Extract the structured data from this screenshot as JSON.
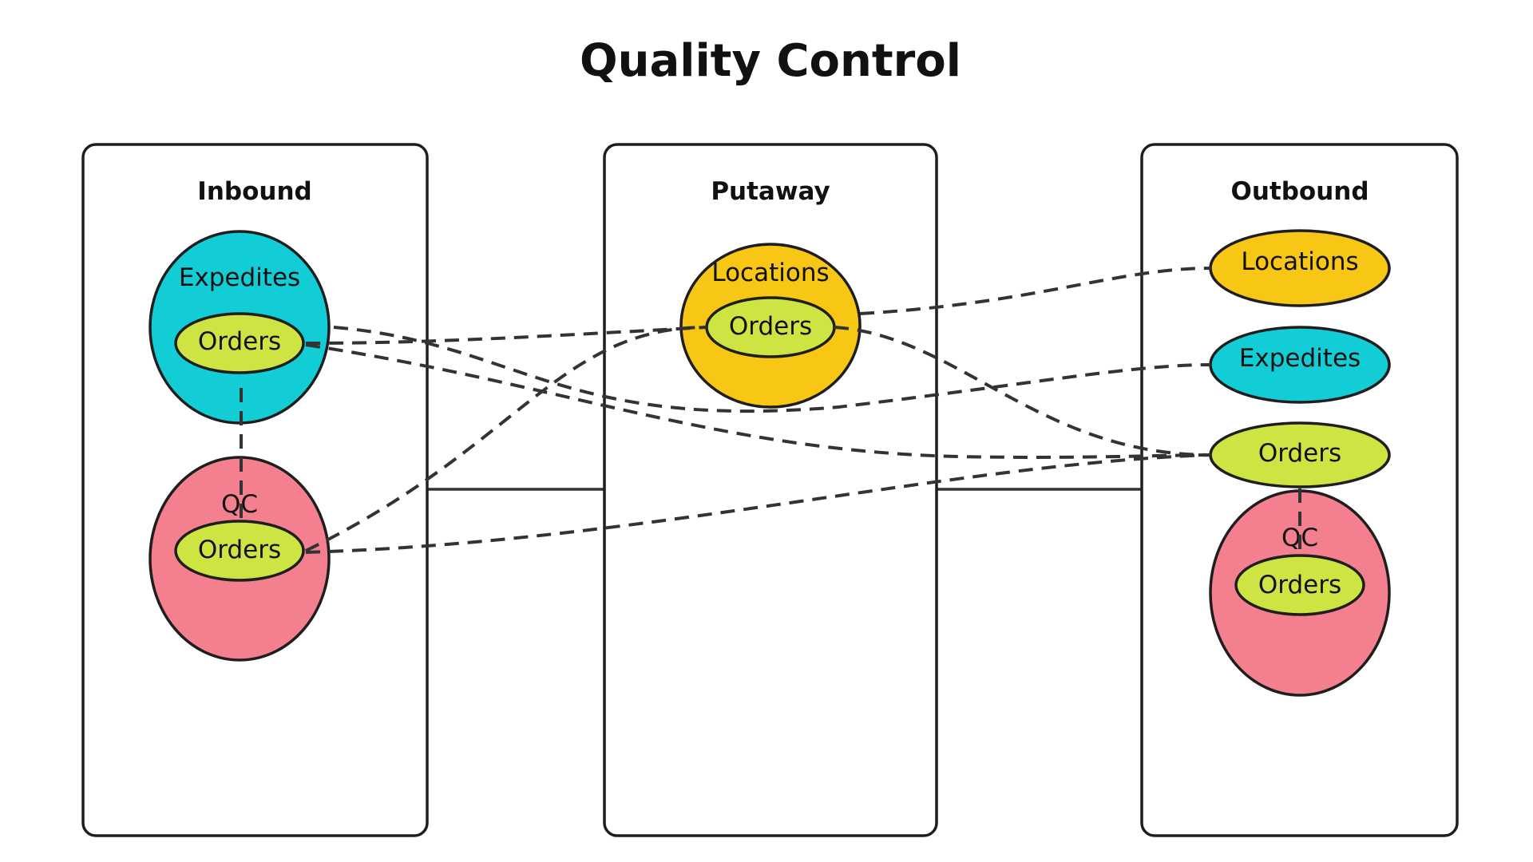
{
  "title": "Quality Control",
  "colors": {
    "cyan": "#13cdd6",
    "pink": "#f4808f",
    "yellow": "#f8c614",
    "lime": "#cde443",
    "stroke": "#1e1e1e",
    "connector": "#333333"
  },
  "lanes": {
    "inbound": {
      "title": "Inbound",
      "expedites": {
        "label": "Expedites",
        "orders": "Orders"
      },
      "qc": {
        "label": "QC",
        "orders": "Orders"
      }
    },
    "putaway": {
      "title": "Putaway",
      "locations": {
        "label": "Locations",
        "orders": "Orders"
      }
    },
    "outbound": {
      "title": "Outbound",
      "locations": "Locations",
      "expedites": "Expedites",
      "orders": "Orders",
      "qc": {
        "label": "QC",
        "orders": "Orders"
      }
    }
  }
}
